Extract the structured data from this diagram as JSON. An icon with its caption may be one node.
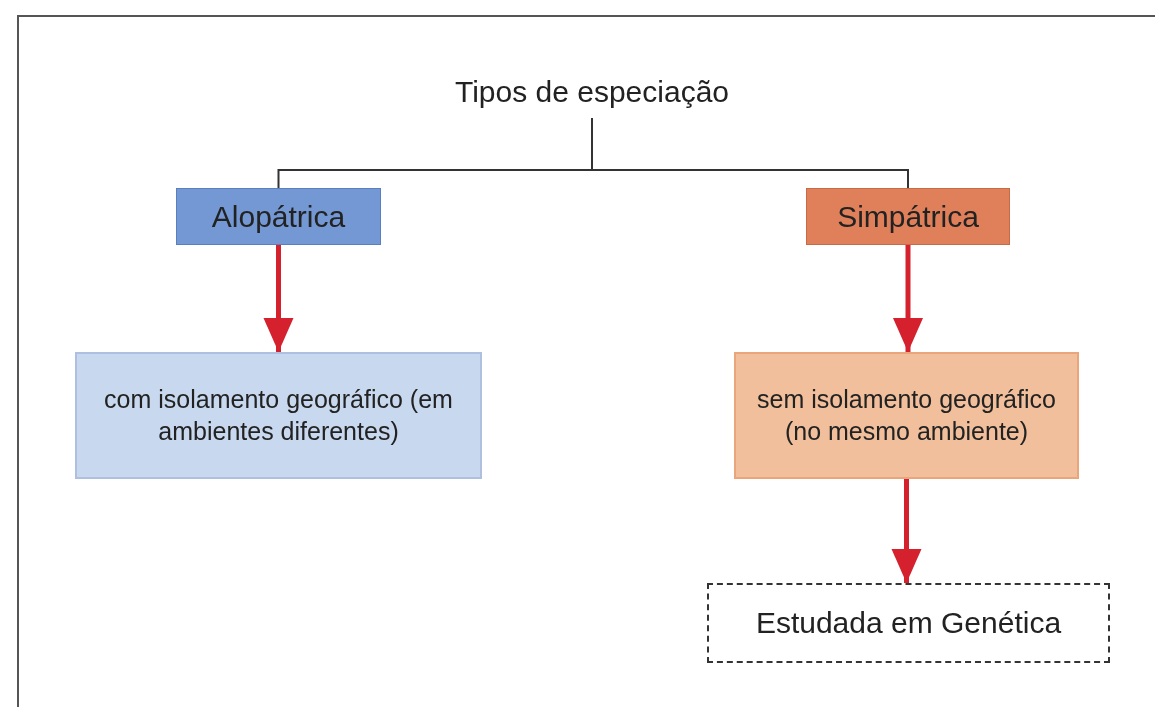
{
  "diagram": {
    "nodes": [
      {
        "text": [
          "Tipos de especiação"
        ]
      },
      {
        "text": [
          "Alopátrica"
        ]
      },
      {
        "text": [
          "Simpátrica"
        ]
      },
      {
        "text": [
          "com isolamento geográfico (em ambientes diferentes)"
        ]
      },
      {
        "text": [
          "sem isolamento geográfico (no mesmo ambiente)"
        ]
      },
      {
        "text": [
          "Estudada em Genética"
        ]
      }
    ],
    "edges": [
      {
        "from": 0,
        "to": 1,
        "arrow": "none",
        "color": "#333333"
      },
      {
        "from": 0,
        "to": 2,
        "arrow": "none",
        "color": "#333333"
      },
      {
        "from": 1,
        "to": 3,
        "arrow": "to"
      },
      {
        "from": 2,
        "to": 4,
        "arrow": "to"
      },
      {
        "from": 4,
        "to": 5,
        "arrow": "to"
      }
    ]
  }
}
